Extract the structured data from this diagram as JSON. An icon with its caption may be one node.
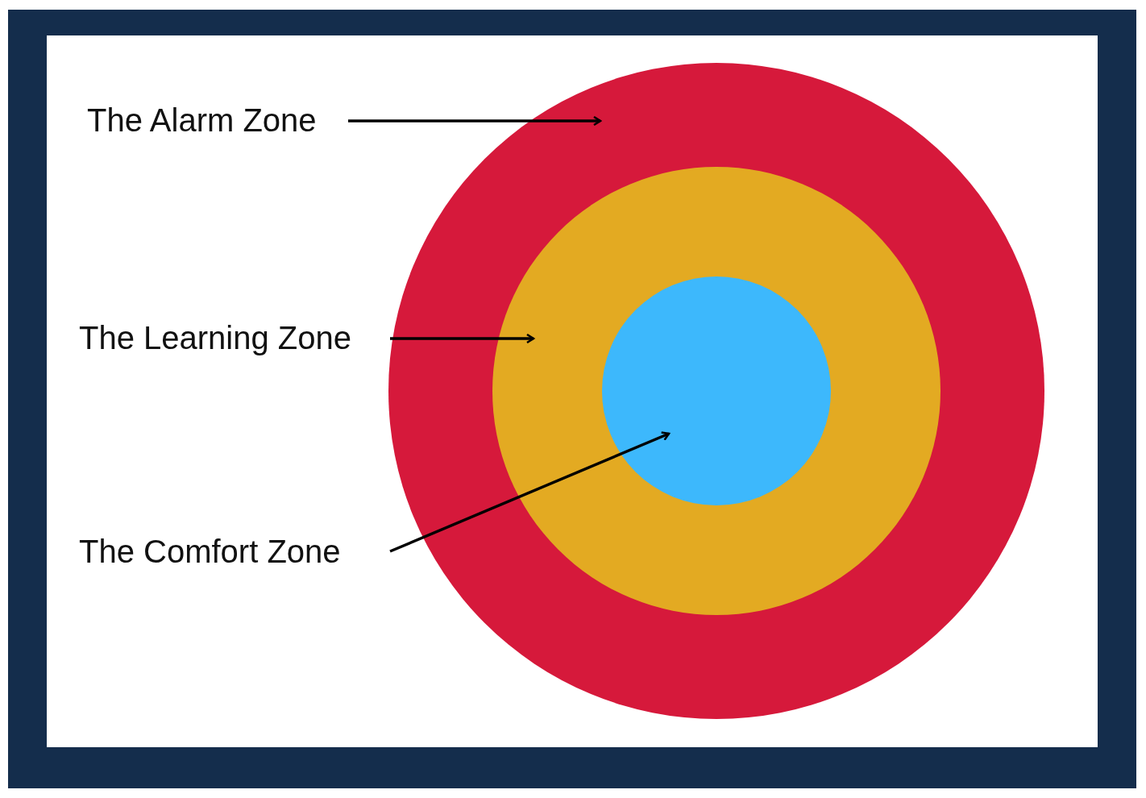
{
  "diagram": {
    "nodes": [
      {
        "text": [
          "The Alarm Zone"
        ]
      },
      {
        "text": [
          "The Learning Zone"
        ]
      },
      {
        "text": [
          "The Comfort Zone"
        ]
      },
      {
        "text": [],
        "shape": "circle"
      },
      {
        "text": [],
        "shape": "circle",
        "in": 3
      },
      {
        "text": [],
        "shape": "circle",
        "in": 4
      }
    ],
    "edges": [
      {
        "from": 0,
        "to": 3,
        "arrow": "to"
      },
      {
        "from": 1,
        "to": 4,
        "arrow": "to"
      },
      {
        "from": 2,
        "to": 5,
        "arrow": "to"
      }
    ]
  }
}
